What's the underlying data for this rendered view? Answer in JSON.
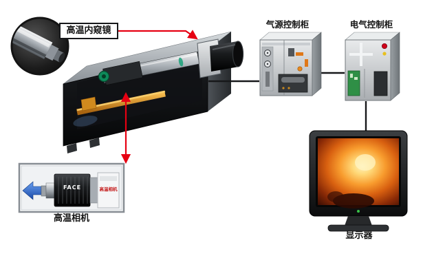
{
  "labels": {
    "endoscope": "高温内窥镜",
    "air_cabinet": "气源控制柜",
    "electric_cabinet": "电气控制柜",
    "camera": "高温相机",
    "monitor": "显示器"
  },
  "camera_inset": {
    "brand": "FACE",
    "tag": "高温相机"
  },
  "colors": {
    "connector_red": "#e60012",
    "connector_black": "#17181a",
    "housing_dark": "#0b0c0e",
    "rail_orange": "#d8871c",
    "flange_green": "#0e8a5a",
    "screen_fire_orange": "#e87a1a",
    "arrow_blue": "#2a6ad4"
  }
}
